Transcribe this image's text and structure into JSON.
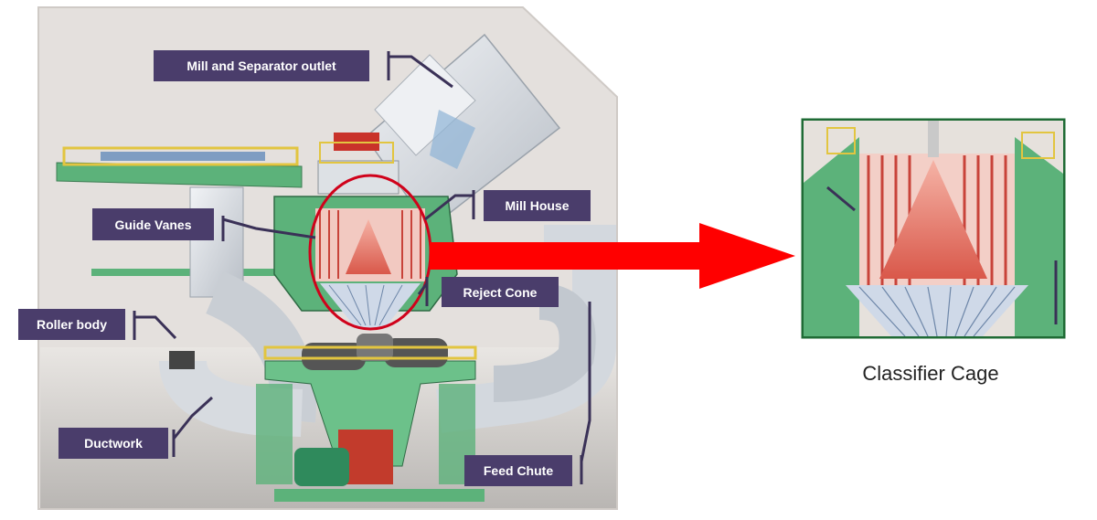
{
  "labels": {
    "mill_separator_outlet": "Mill and Separator outlet",
    "mill_house": "Mill House",
    "guide_vanes": "Guide Vanes",
    "reject_cone": "Reject Cone",
    "roller_body": "Roller body",
    "ductwork": "Ductwork",
    "feed_chute": "Feed Chute"
  },
  "caption": "Classifier Cage",
  "colors": {
    "label_bg": "#4a3d6b",
    "arrow": "#ff0000",
    "highlight_circle": "#d0021b",
    "machine_green": "#5cb27a",
    "duct_gray": "#d9dde2",
    "classifier_red": "#e66a5c",
    "inset_border": "#1f6b35"
  }
}
